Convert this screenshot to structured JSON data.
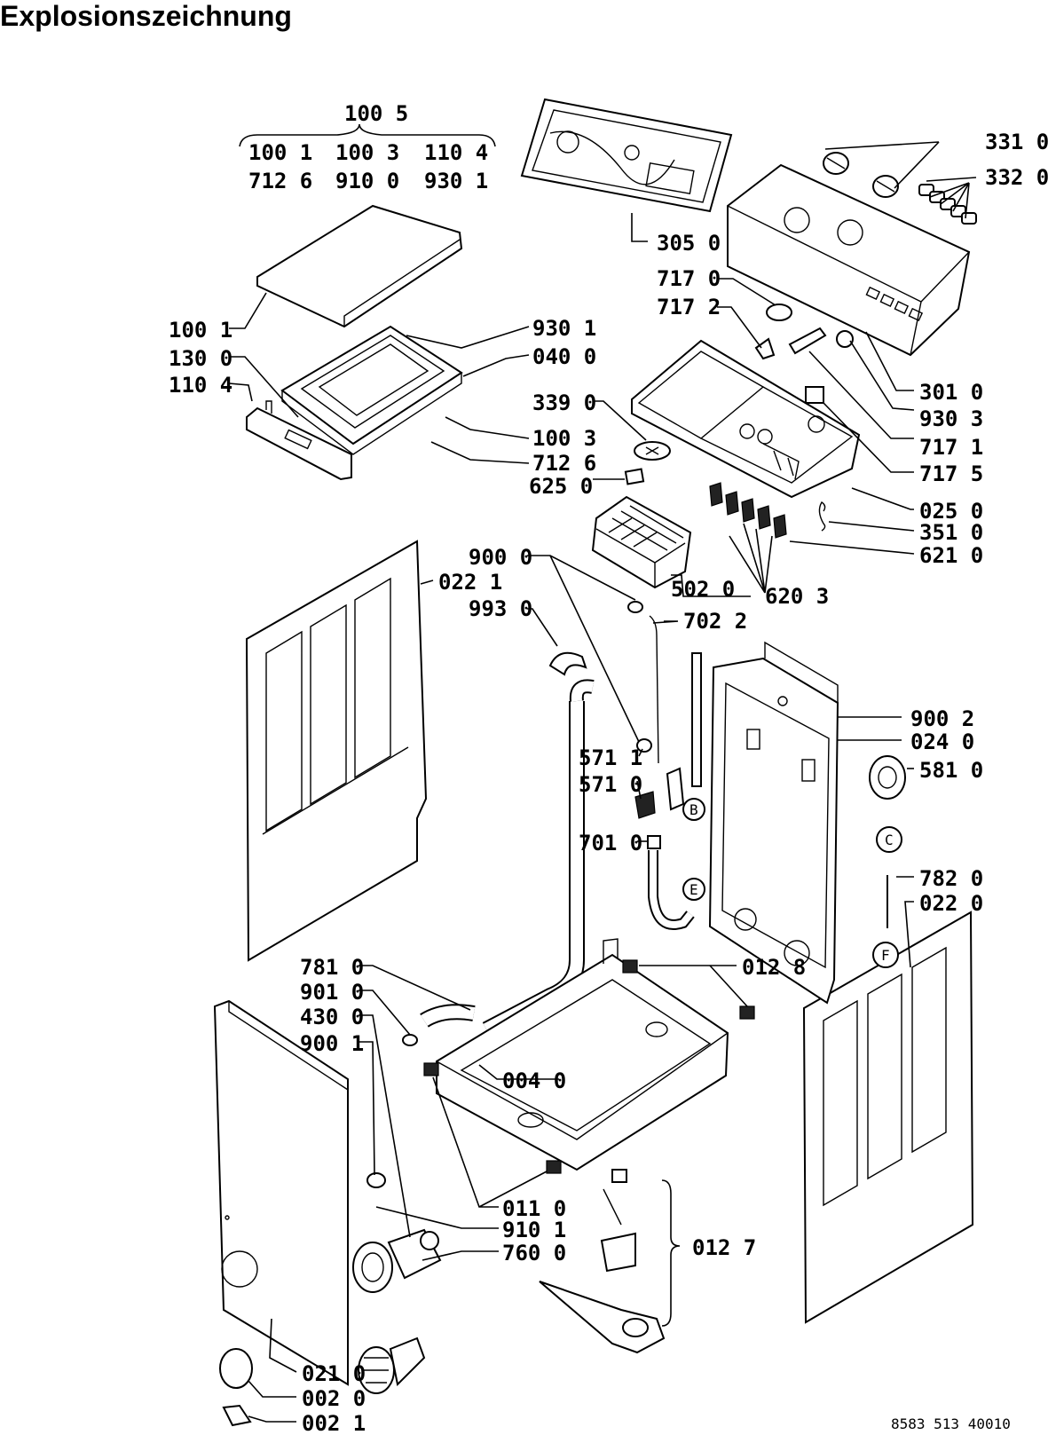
{
  "title": "Explosionszeichnung",
  "document_number": "8583 513 40010",
  "group_labels": {
    "group_top": "100 5",
    "row1": [
      "100 1",
      "100 3",
      "110 4"
    ],
    "row2": [
      "712 6",
      "910 0",
      "930 1"
    ]
  },
  "part_labels": [
    "331 0",
    "332 0",
    "305 0",
    "717 0",
    "717 2",
    "301 0",
    "930 3",
    "717 1",
    "717 5",
    "100 1",
    "130 0",
    "110 4",
    "930 1",
    "040 0",
    "339 0",
    "100 3",
    "712 6",
    "625 0",
    "025 0",
    "351 0",
    "621 0",
    "900 0",
    "022 1",
    "993 0",
    "502 0",
    "620 3",
    "702 2",
    "900 2",
    "024 0",
    "581 0",
    "571 1",
    "571 0",
    "701 0",
    "782 0",
    "022 0",
    "781 0",
    "012 8",
    "901 0",
    "430 0",
    "900 1",
    "004 0",
    "011 0",
    "910 1",
    "760 0",
    "012 7",
    "021 0",
    "002 0",
    "002 1"
  ],
  "circle_markers": [
    "B",
    "C",
    "E",
    "F"
  ]
}
